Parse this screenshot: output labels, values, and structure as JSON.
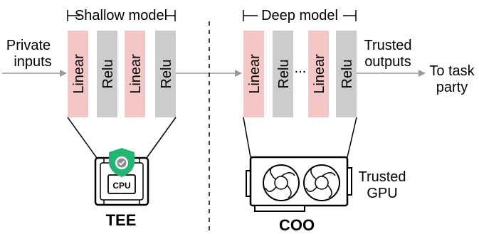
{
  "headers": {
    "shallow": "Shallow model",
    "deep": "Deep model"
  },
  "inputs": {
    "line1": "Private",
    "line2": "inputs"
  },
  "shallow_layers": [
    "Linear",
    "Relu",
    "Linear",
    "Relu"
  ],
  "deep_layers": [
    "Linear",
    "Relu",
    "...",
    "Linear",
    "Relu"
  ],
  "outputs": {
    "line1": "Trusted",
    "line2": "outputs"
  },
  "task_party": {
    "line1": "To task",
    "line2": "party"
  },
  "cpu_label": "CPU",
  "gpu_label": {
    "line1": "Trusted",
    "line2": "GPU"
  },
  "tee_label": "TEE",
  "coo_label": "COO",
  "colors": {
    "linear_fill": "#f4c7c6",
    "relu_fill": "#cccccc",
    "arrow": "#999999",
    "shield": "#22b573"
  }
}
